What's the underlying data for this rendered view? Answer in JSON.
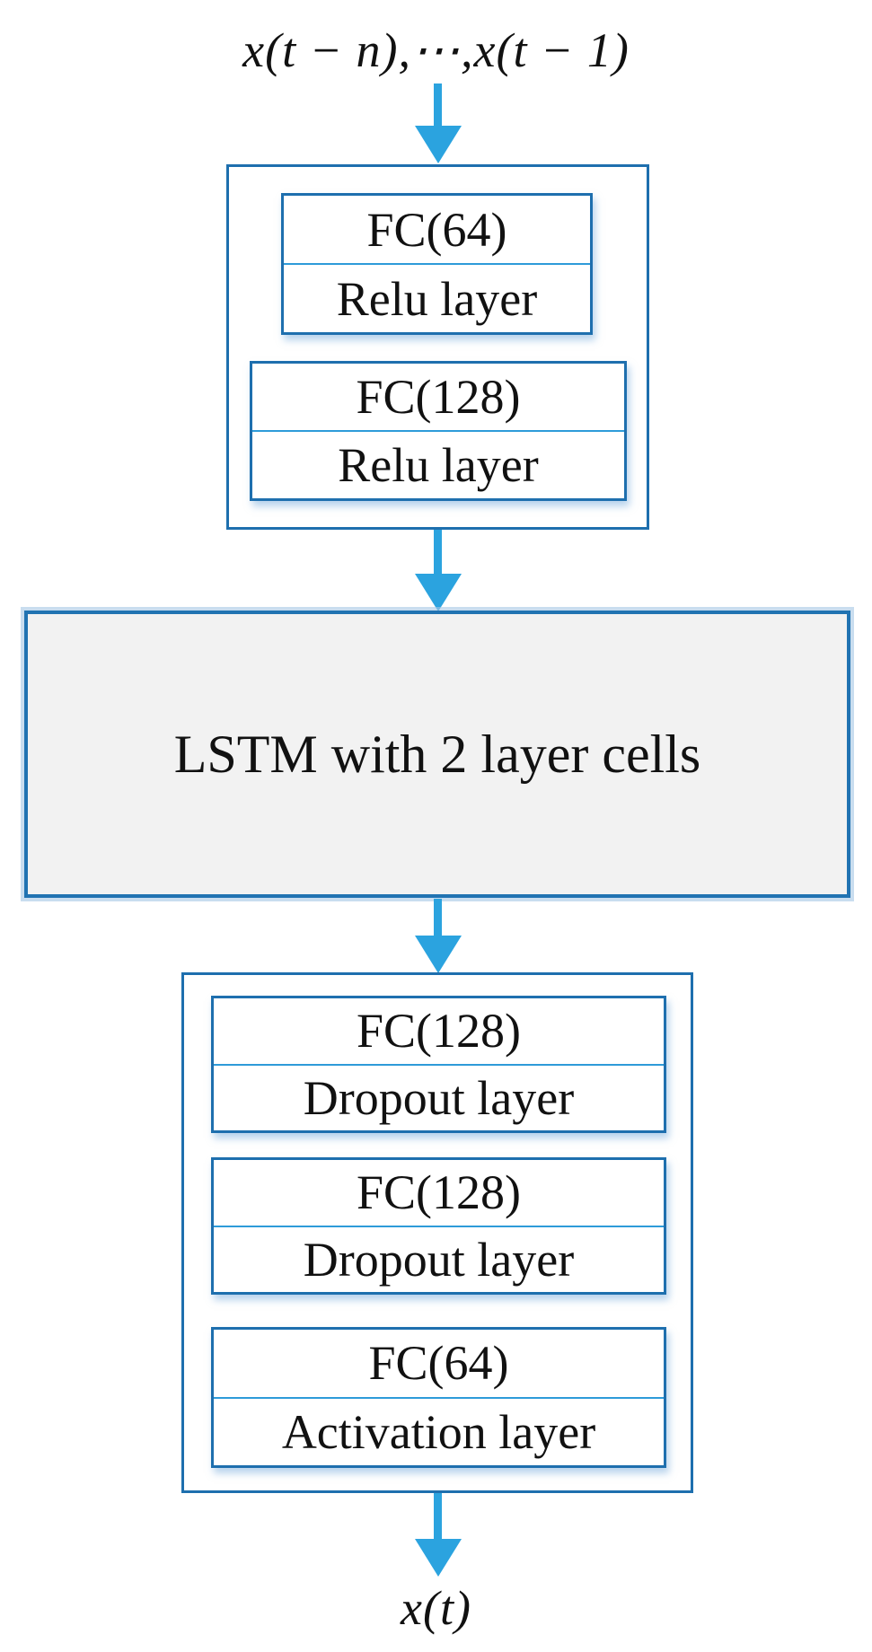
{
  "figure": {
    "input_label": "x(t − n),⋯,x(t − 1)",
    "output_label": "x(t)",
    "front_block": {
      "layers": [
        {
          "unit": "FC(64)",
          "activation": "Relu layer"
        },
        {
          "unit": "FC(128)",
          "activation": "Relu layer"
        }
      ]
    },
    "lstm_block": {
      "label": "LSTM with 2 layer cells"
    },
    "back_block": {
      "layers": [
        {
          "unit": "FC(128)",
          "activation": "Dropout layer"
        },
        {
          "unit": "FC(128)",
          "activation": "Dropout layer"
        },
        {
          "unit": "FC(64)",
          "activation": "Activation layer"
        }
      ]
    },
    "colors": {
      "box_border": "#1E6FAE",
      "divider": "#2E9BD9",
      "arrow": "#2BA3DF",
      "lstm_fill": "#F2F2F2",
      "text": "#111111"
    }
  }
}
